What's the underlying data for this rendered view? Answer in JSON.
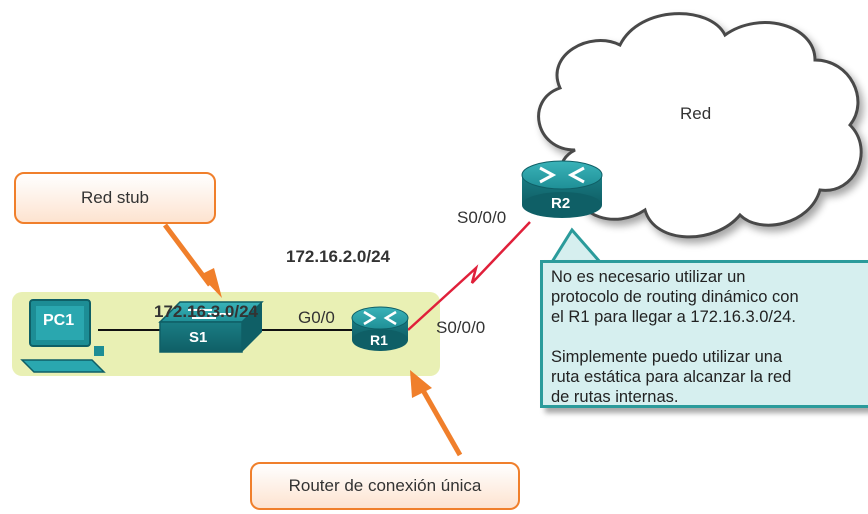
{
  "cloud": {
    "label": "Red"
  },
  "callouts": {
    "stub": "Red stub",
    "router": "Router de conexión única"
  },
  "networks": {
    "lan": "172.16.3.0/24",
    "wan": "172.16.2.0/24"
  },
  "devices": {
    "pc": "PC1",
    "switch": "S1",
    "router1": "R1",
    "router2": "R2"
  },
  "interfaces": {
    "r1_lan": "G0/0",
    "r1_wan": "S0/0/0",
    "r2_wan": "S0/0/0"
  },
  "note": {
    "line1": "No es necesario utilizar un",
    "line2": "protocolo de routing dinámico con",
    "line3": "el R1 para llegar a 172.16.3.0/24.",
    "line4": "Simplemente puedo utilizar una",
    "line5": "ruta estática para alcanzar la red",
    "line6": "de rutas internas."
  },
  "colors": {
    "stub_area": "#e9f0b4",
    "callout_border": "#f07f2b",
    "note_border": "#2b9b9b",
    "note_fill": "#d6efef",
    "device_teal": "#1d8d95",
    "serial_link": "#e0203a"
  }
}
